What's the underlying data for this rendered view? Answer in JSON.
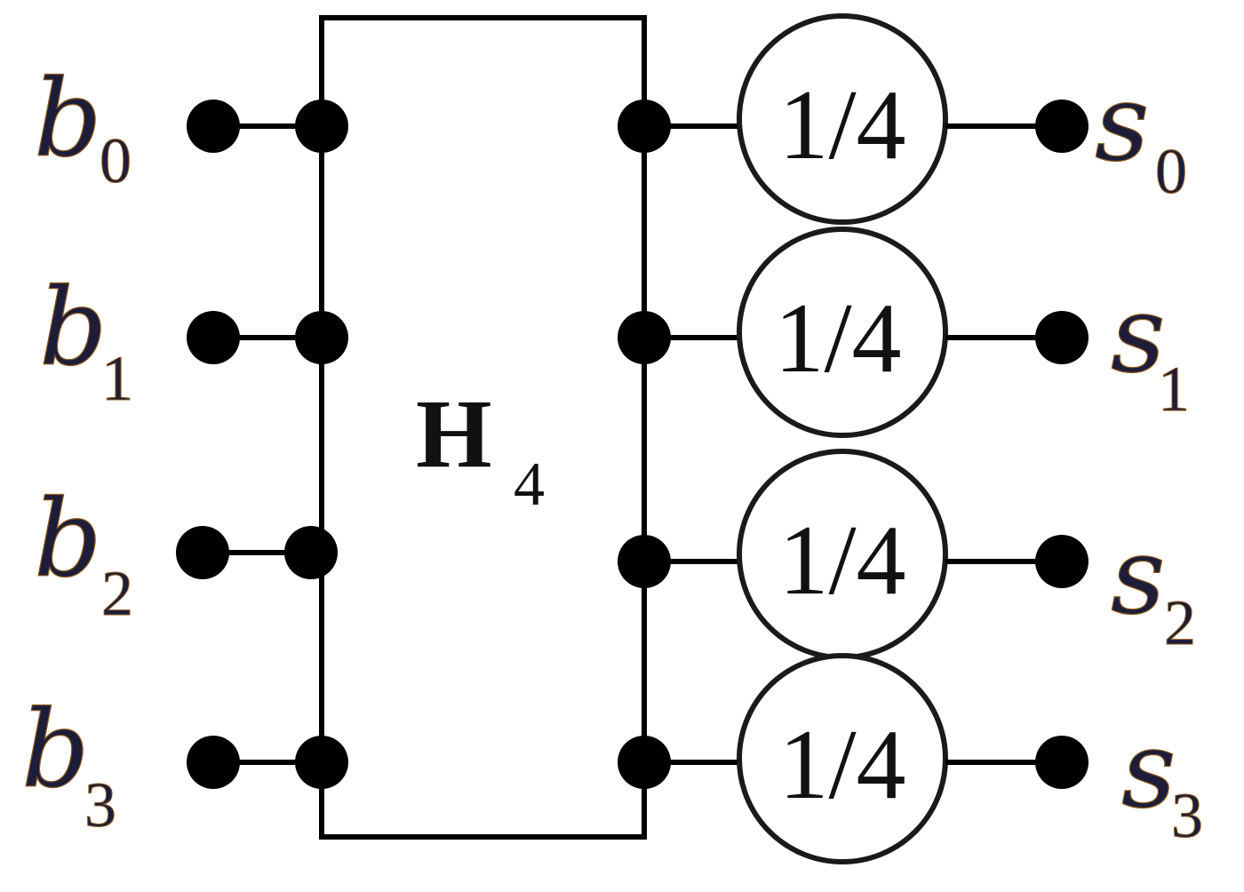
{
  "matrix": {
    "label": "H",
    "subscript": "4"
  },
  "inputs": [
    {
      "letter": "b",
      "index": "0"
    },
    {
      "letter": "b",
      "index": "1"
    },
    {
      "letter": "b",
      "index": "2"
    },
    {
      "letter": "b",
      "index": "3"
    }
  ],
  "scalers": [
    {
      "label": "1/4"
    },
    {
      "label": "1/4"
    },
    {
      "label": "1/4"
    },
    {
      "label": "1/4"
    }
  ],
  "outputs": [
    {
      "letter": "s",
      "index": "0"
    },
    {
      "letter": "s",
      "index": "1"
    },
    {
      "letter": "s",
      "index": "2"
    },
    {
      "letter": "s",
      "index": "3"
    }
  ]
}
